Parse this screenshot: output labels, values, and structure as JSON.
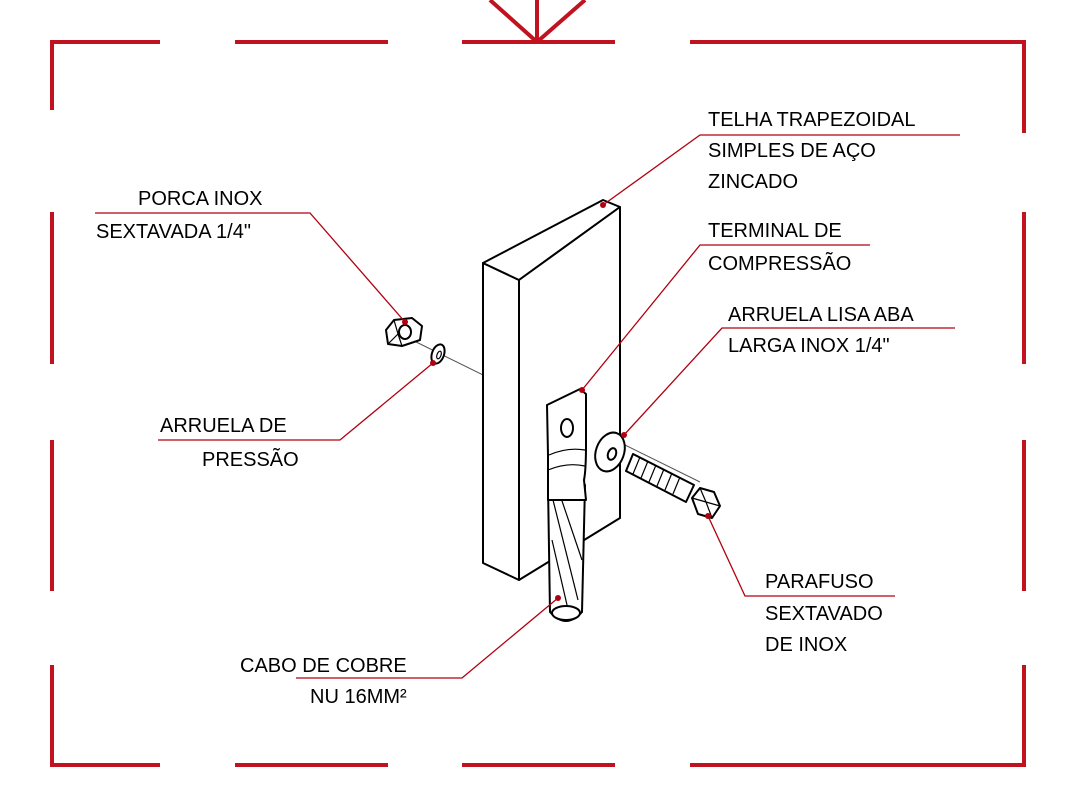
{
  "labels": {
    "telha": [
      "TELHA TRAPEZOIDAL",
      "SIMPLES DE AÇO",
      "ZINCADO"
    ],
    "porca": [
      "PORCA INOX",
      "SEXTAVADA 1/4\""
    ],
    "terminal": [
      "TERMINAL DE",
      "COMPRESSÃO"
    ],
    "arruela_lisa": [
      "ARRUELA LISA ABA",
      "LARGA INOX 1/4\""
    ],
    "arruela_pressao": [
      "ARRUELA DE",
      "PRESSÃO"
    ],
    "parafuso": [
      "PARAFUSO",
      "SEXTAVADO",
      "DE INOX"
    ],
    "cabo": [
      "CABO DE COBRE",
      "NU 16MM²"
    ]
  },
  "colors": {
    "frame": "#c1121f",
    "leader": "#b00010",
    "linework": "#000000"
  }
}
